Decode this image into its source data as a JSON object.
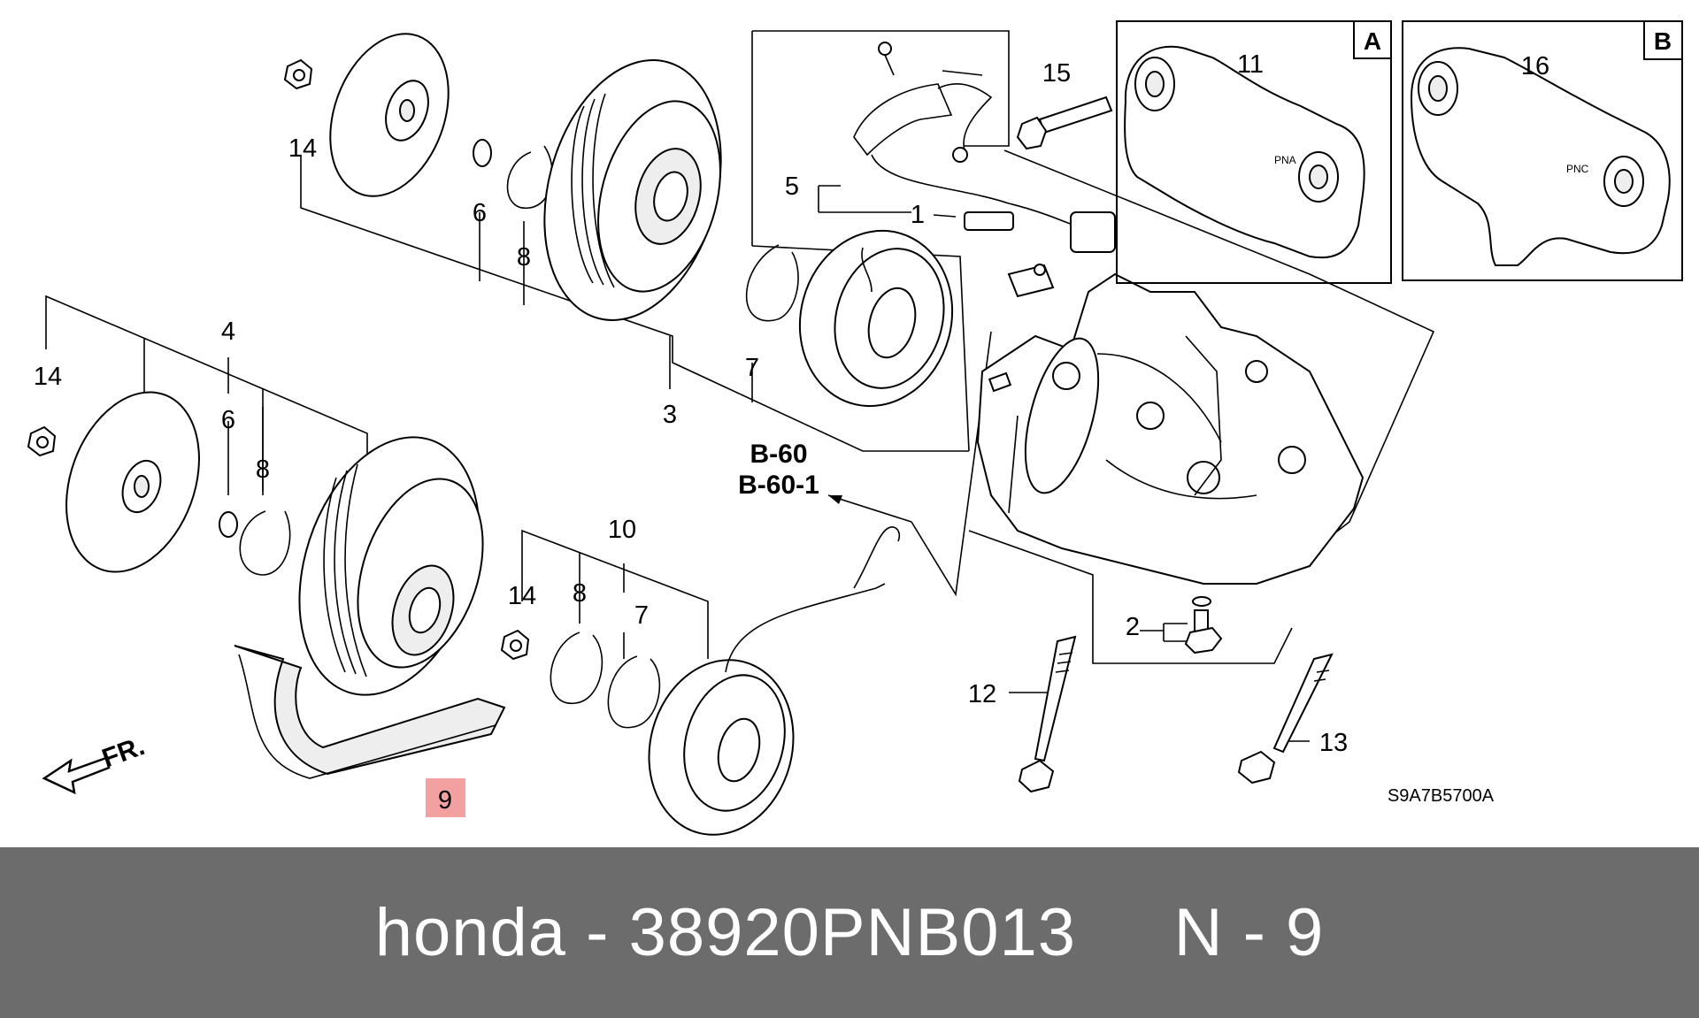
{
  "diagram": {
    "callouts": {
      "c1": "1",
      "c2": "2",
      "c3": "3",
      "c4": "4",
      "c5": "5",
      "c6a": "6",
      "c6b": "6",
      "c7a": "7",
      "c7b": "7",
      "c8a": "8",
      "c8b": "8",
      "c8c": "8",
      "c9": "9",
      "c10": "10",
      "c11": "11",
      "c12": "12",
      "c13": "13",
      "c14a": "14",
      "c14b": "14",
      "c14c": "14",
      "c15": "15",
      "c16": "16"
    },
    "box_a_label": "A",
    "box_b_label": "B",
    "box_a_stamp": "PNA",
    "box_b_stamp": "PNC",
    "ref_b60": "B-60",
    "ref_b601": "B-60-1",
    "fr_label": "FR.",
    "diagram_code": "S9A7B5700A",
    "highlight_color": "#f2a0a0"
  },
  "footer": {
    "text": "honda - 38920PNB013     N - 9"
  }
}
